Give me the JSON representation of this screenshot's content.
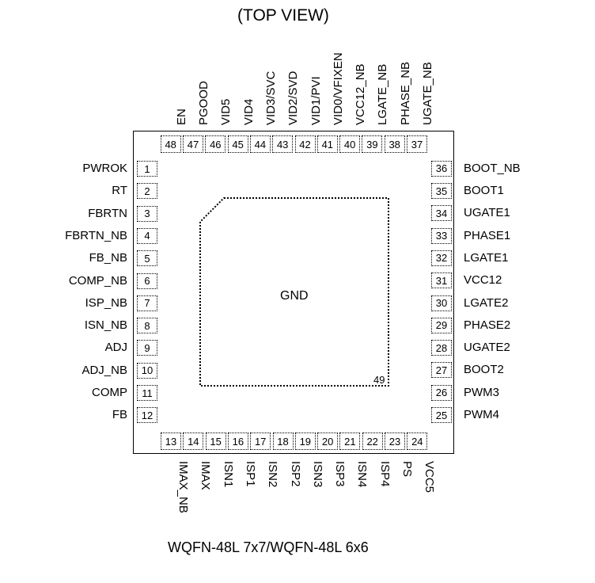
{
  "title": "(TOP VIEW)",
  "footer": "WQFN-48L 7x7/WQFN-48L 6x6",
  "gnd_pad": {
    "label": "GND",
    "number": "49"
  },
  "pins": {
    "left": [
      {
        "num": "1",
        "name": "PWROK"
      },
      {
        "num": "2",
        "name": "RT"
      },
      {
        "num": "3",
        "name": "FBRTN"
      },
      {
        "num": "4",
        "name": "FBRTN_NB"
      },
      {
        "num": "5",
        "name": "FB_NB"
      },
      {
        "num": "6",
        "name": "COMP_NB"
      },
      {
        "num": "7",
        "name": "ISP_NB"
      },
      {
        "num": "8",
        "name": "ISN_NB"
      },
      {
        "num": "9",
        "name": "ADJ"
      },
      {
        "num": "10",
        "name": "ADJ_NB"
      },
      {
        "num": "11",
        "name": "COMP"
      },
      {
        "num": "12",
        "name": "FB"
      }
    ],
    "bottom": [
      {
        "num": "13",
        "name": "IMAX_NB"
      },
      {
        "num": "14",
        "name": "IMAX"
      },
      {
        "num": "15",
        "name": "ISN1"
      },
      {
        "num": "16",
        "name": "ISP1"
      },
      {
        "num": "17",
        "name": "ISN2"
      },
      {
        "num": "18",
        "name": "ISP2"
      },
      {
        "num": "19",
        "name": "ISN3"
      },
      {
        "num": "20",
        "name": "ISP3"
      },
      {
        "num": "21",
        "name": "ISN4"
      },
      {
        "num": "22",
        "name": "ISP4"
      },
      {
        "num": "23",
        "name": "PS"
      },
      {
        "num": "24",
        "name": "VCC5"
      }
    ],
    "right": [
      {
        "num": "25",
        "name": "PWM4"
      },
      {
        "num": "26",
        "name": "PWM3"
      },
      {
        "num": "27",
        "name": "BOOT2"
      },
      {
        "num": "28",
        "name": "UGATE2"
      },
      {
        "num": "29",
        "name": "PHASE2"
      },
      {
        "num": "30",
        "name": "LGATE2"
      },
      {
        "num": "31",
        "name": "VCC12"
      },
      {
        "num": "32",
        "name": "LGATE1"
      },
      {
        "num": "33",
        "name": "PHASE1"
      },
      {
        "num": "34",
        "name": "UGATE1"
      },
      {
        "num": "35",
        "name": "BOOT1"
      },
      {
        "num": "36",
        "name": "BOOT_NB"
      }
    ],
    "top": [
      {
        "num": "37",
        "name": "UGATE_NB"
      },
      {
        "num": "38",
        "name": "PHASE_NB"
      },
      {
        "num": "39",
        "name": "LGATE_NB"
      },
      {
        "num": "40",
        "name": "VCC12_NB"
      },
      {
        "num": "41",
        "name": "VID0/VFIXEN"
      },
      {
        "num": "42",
        "name": "VID1/PVI"
      },
      {
        "num": "43",
        "name": "VID2/SVD"
      },
      {
        "num": "44",
        "name": "VID3/SVC"
      },
      {
        "num": "45",
        "name": "VID4"
      },
      {
        "num": "46",
        "name": "VID5"
      },
      {
        "num": "47",
        "name": "PGOOD"
      },
      {
        "num": "48",
        "name": "EN"
      }
    ]
  }
}
